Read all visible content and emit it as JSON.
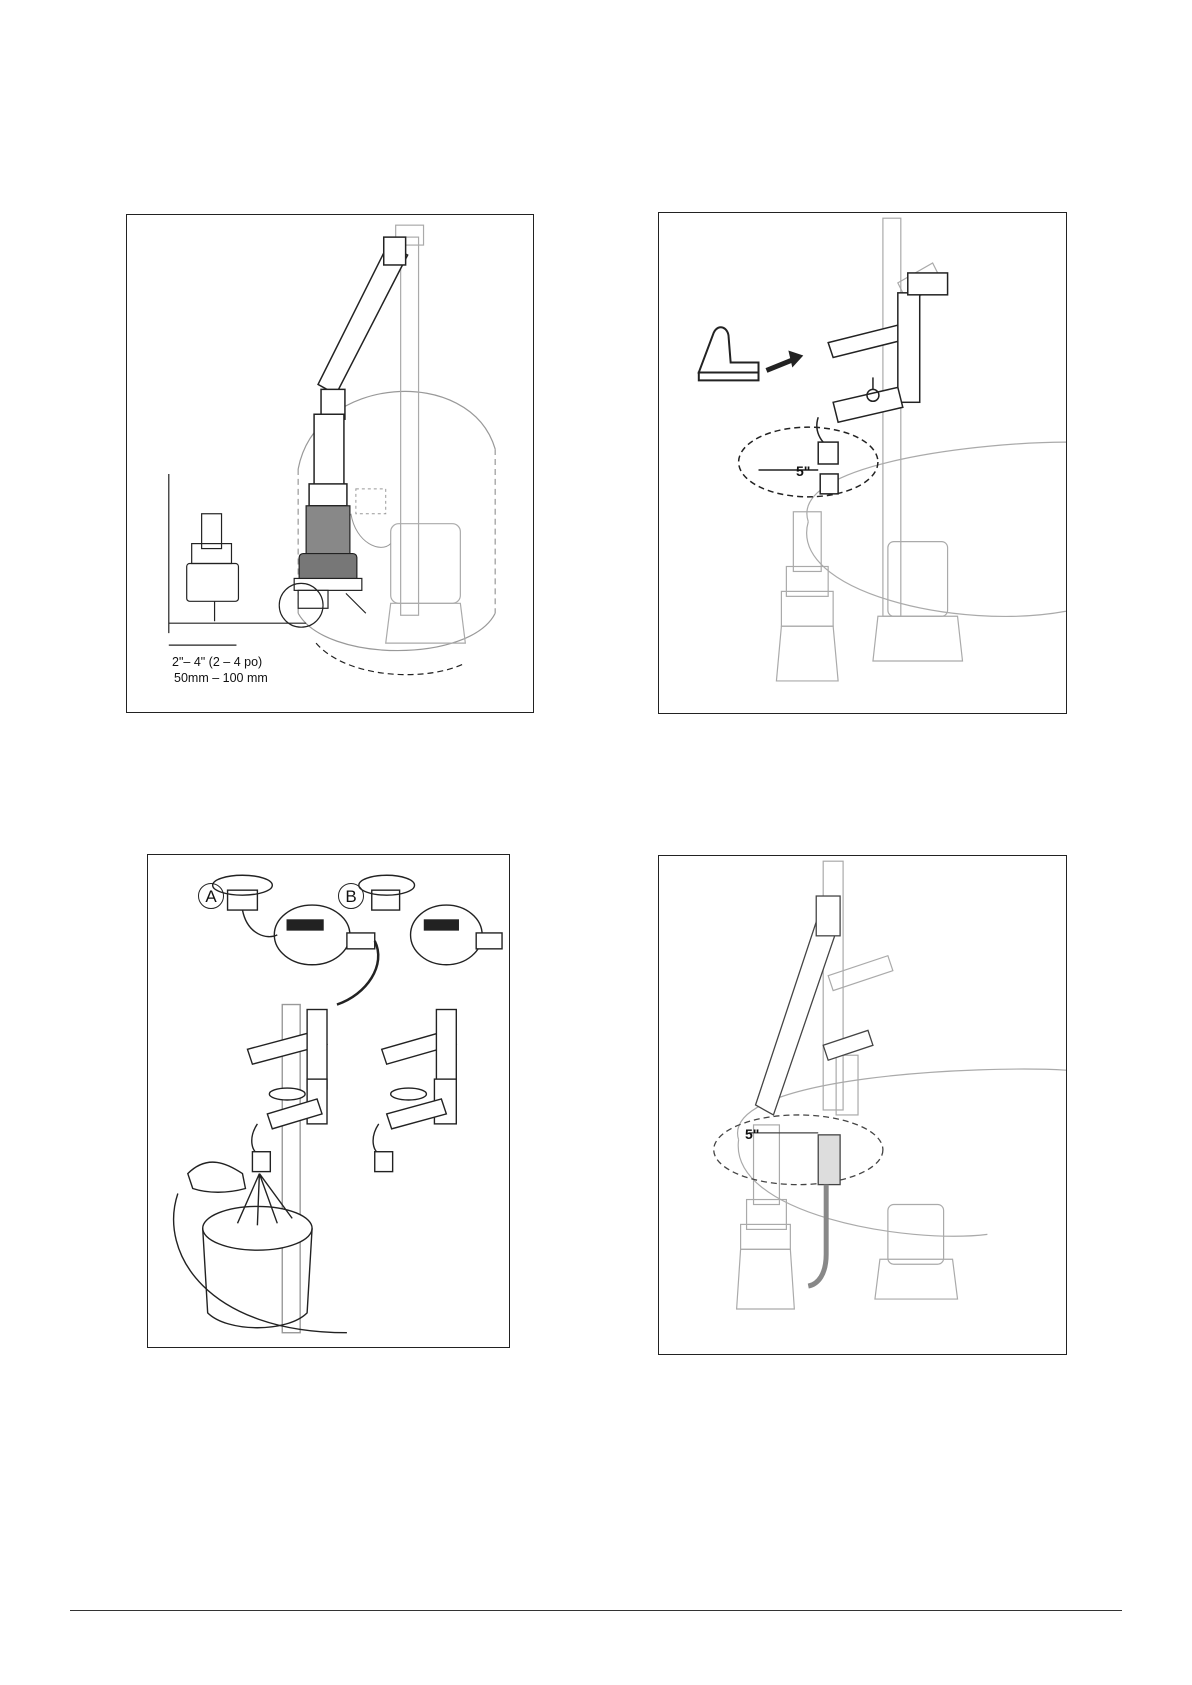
{
  "figure1": {
    "dimension_line1": "2\"– 4\" (2 – 4 po)",
    "dimension_line2": "50mm – 100 mm"
  },
  "figure2": {
    "dimension": "5\""
  },
  "figure3": {
    "label_a": "A",
    "label_b": "B"
  },
  "figure4": {
    "dimension": "5\""
  }
}
